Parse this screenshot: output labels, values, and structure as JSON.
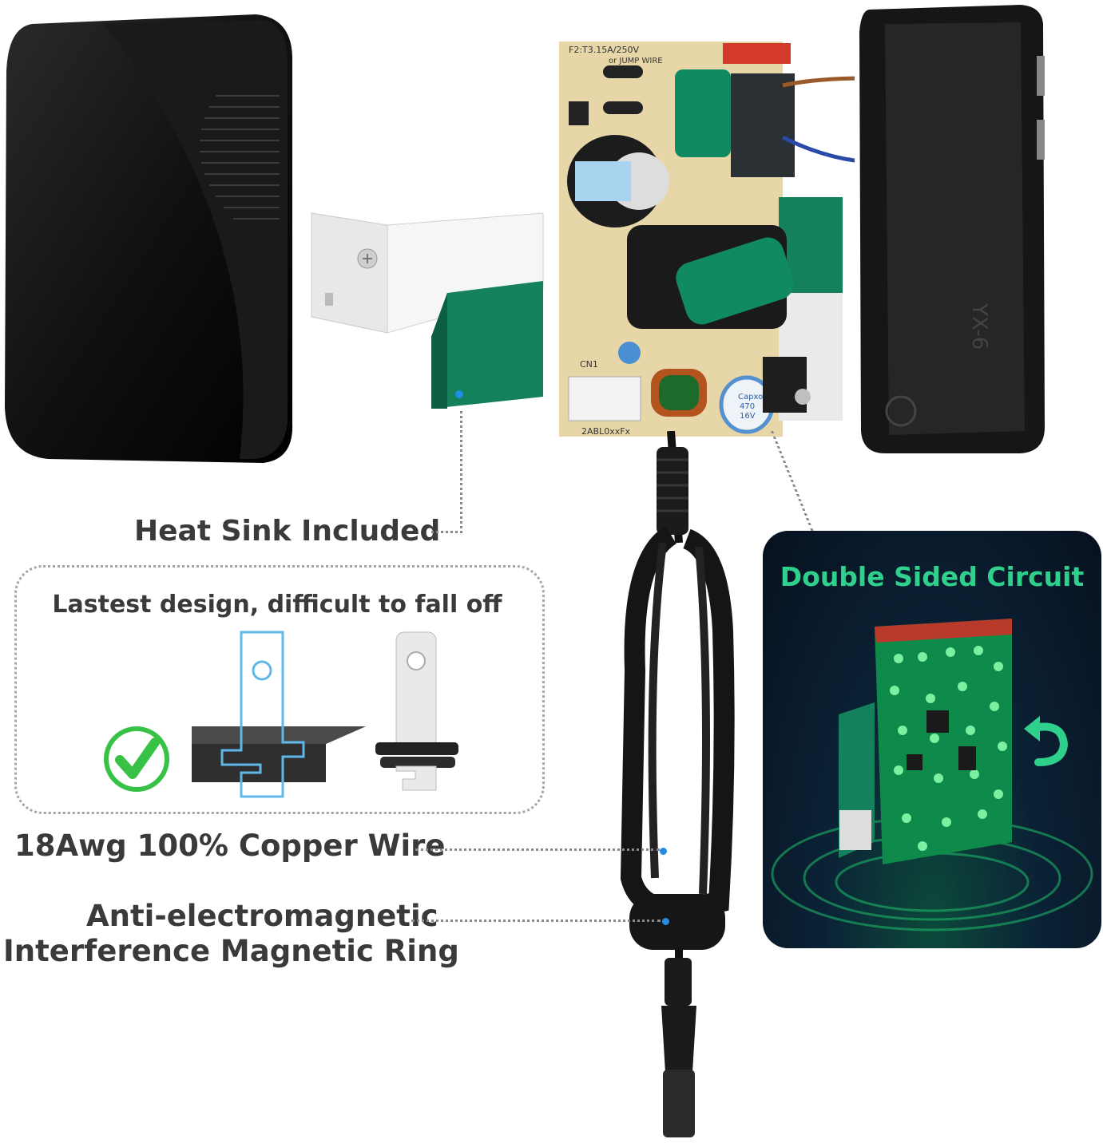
{
  "callouts": {
    "heat_sink": "Heat Sink Included",
    "design_title": "Lastest design, difficult to fall off",
    "copper_wire": "18Awg 100% Copper Wire",
    "magnetic_ring_line1": "Anti-electromagnetic",
    "magnetic_ring_line2": "Interference Magnetic Ring"
  },
  "circuit_panel": {
    "title": "Double Sided Circuit"
  },
  "pcb_markings": {
    "fuse": "F2:T3.15A/250V",
    "jump": "or JUMP WIRE",
    "model": "2ABL0xxFx",
    "connector": "CN1",
    "cap_brand": "Capxon",
    "cap_value": "470",
    "cap_voltage": "16V",
    "case_mark": "YX-6"
  },
  "colors": {
    "accent_green": "#2fd08c",
    "callout_blue": "#1e8ee8",
    "text_dark": "#3a3a3a",
    "panel_bg": "#0b1a2e"
  },
  "icons": {
    "check": "check-circle-icon",
    "rotate": "rotate-arrow-icon"
  }
}
